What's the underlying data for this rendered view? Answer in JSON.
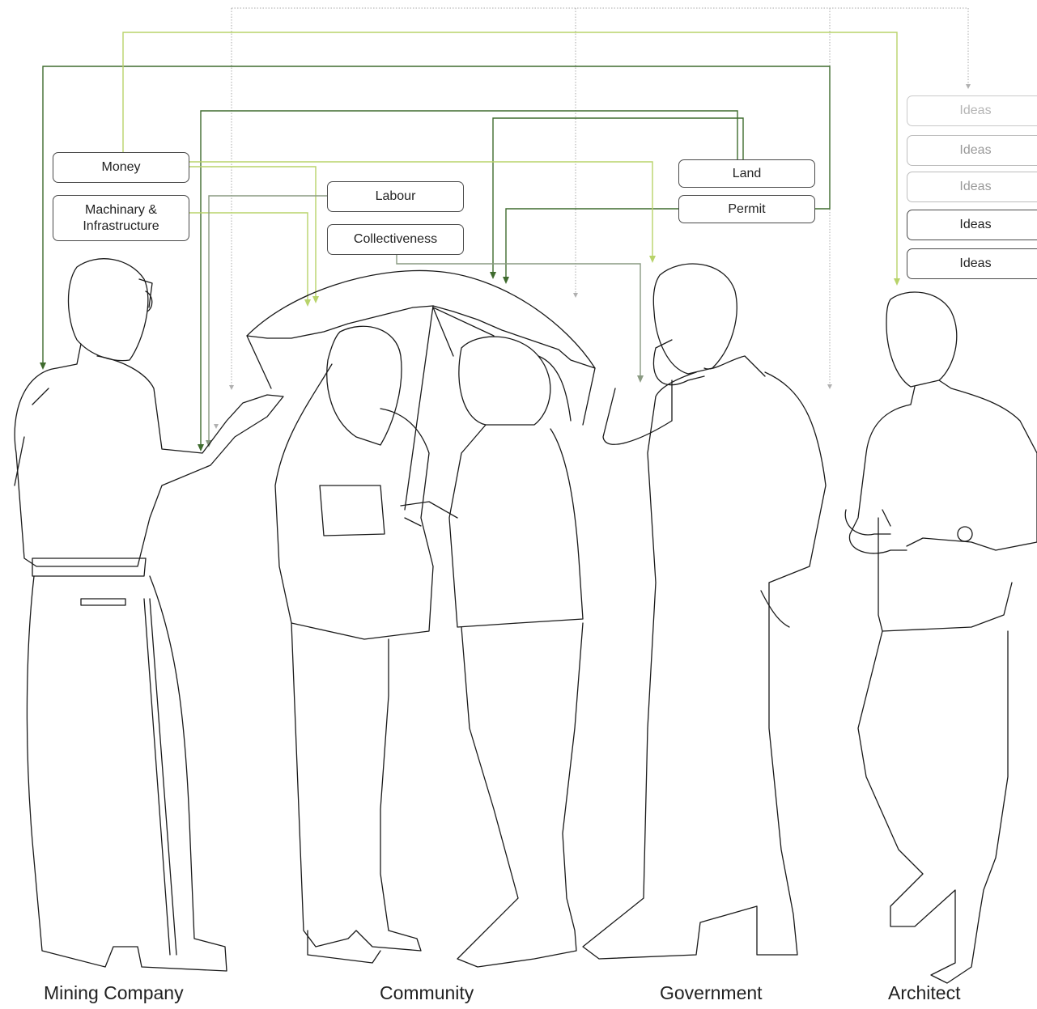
{
  "resources": {
    "money": "Money",
    "machinery": "Machinary & Infrastructure",
    "labour": "Labour",
    "collectiveness": "Collectiveness",
    "land": "Land",
    "permit": "Permit",
    "ideas": [
      "Ideas",
      "Ideas",
      "Ideas",
      "Ideas",
      "Ideas"
    ]
  },
  "stakeholders": {
    "mining_company": "Mining Company",
    "community": "Community",
    "government": "Government",
    "architect": "Architect"
  },
  "colors": {
    "dark_green": "#3f6b2e",
    "light_green": "#b8d36a",
    "sage": "#8a9a82",
    "dotted_grey": "#a0a0a0",
    "outline": "#1a1a1a"
  }
}
